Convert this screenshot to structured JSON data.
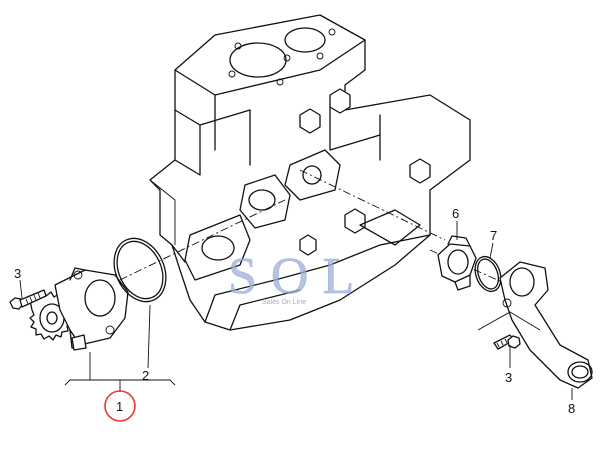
{
  "watermark": {
    "brand": "SOL",
    "tagline": "Sales On Line",
    "color": "#9fb0dc"
  },
  "callouts": {
    "water_pump": "1",
    "o_ring_pump": "2",
    "bolt_left": "3",
    "bolt_right": "3",
    "thermostat": "6",
    "o_ring_thermostat": "7",
    "coolant_flange": "8"
  },
  "highlight_color": "#e53935"
}
